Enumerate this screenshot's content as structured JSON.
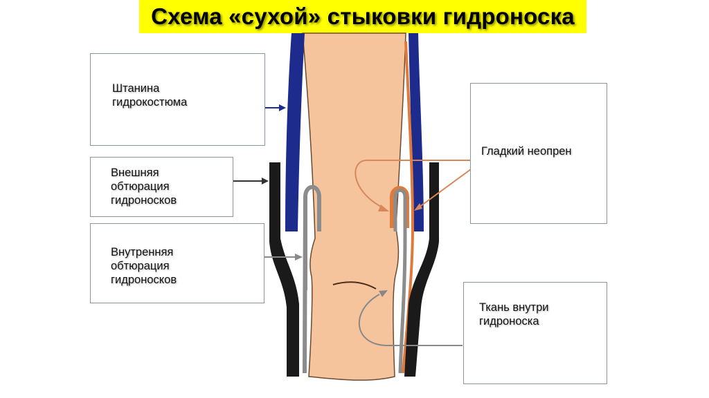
{
  "title": "Схема «сухой» стыковки гидроноска",
  "colors": {
    "title_background": "#ffff00",
    "skin": "#f5c49c",
    "wetsuit_leg": "#1d2b8c",
    "outer_sock": "#1a1a1a",
    "inner_seal": "#8c8c8c",
    "smooth_neoprene": "#e07a3c"
  },
  "labels": {
    "wetsuit_leg": "Штанина\nгидрокостюма",
    "outer_obturation": "Внешняя\nобтюрация\nгидроносков",
    "inner_obturation": "Внутренняя\nобтюрация\nгидроносков",
    "smooth_neoprene": "Гладкий неопрен",
    "sock_fabric": "Ткань внутри\nгидроноска"
  }
}
